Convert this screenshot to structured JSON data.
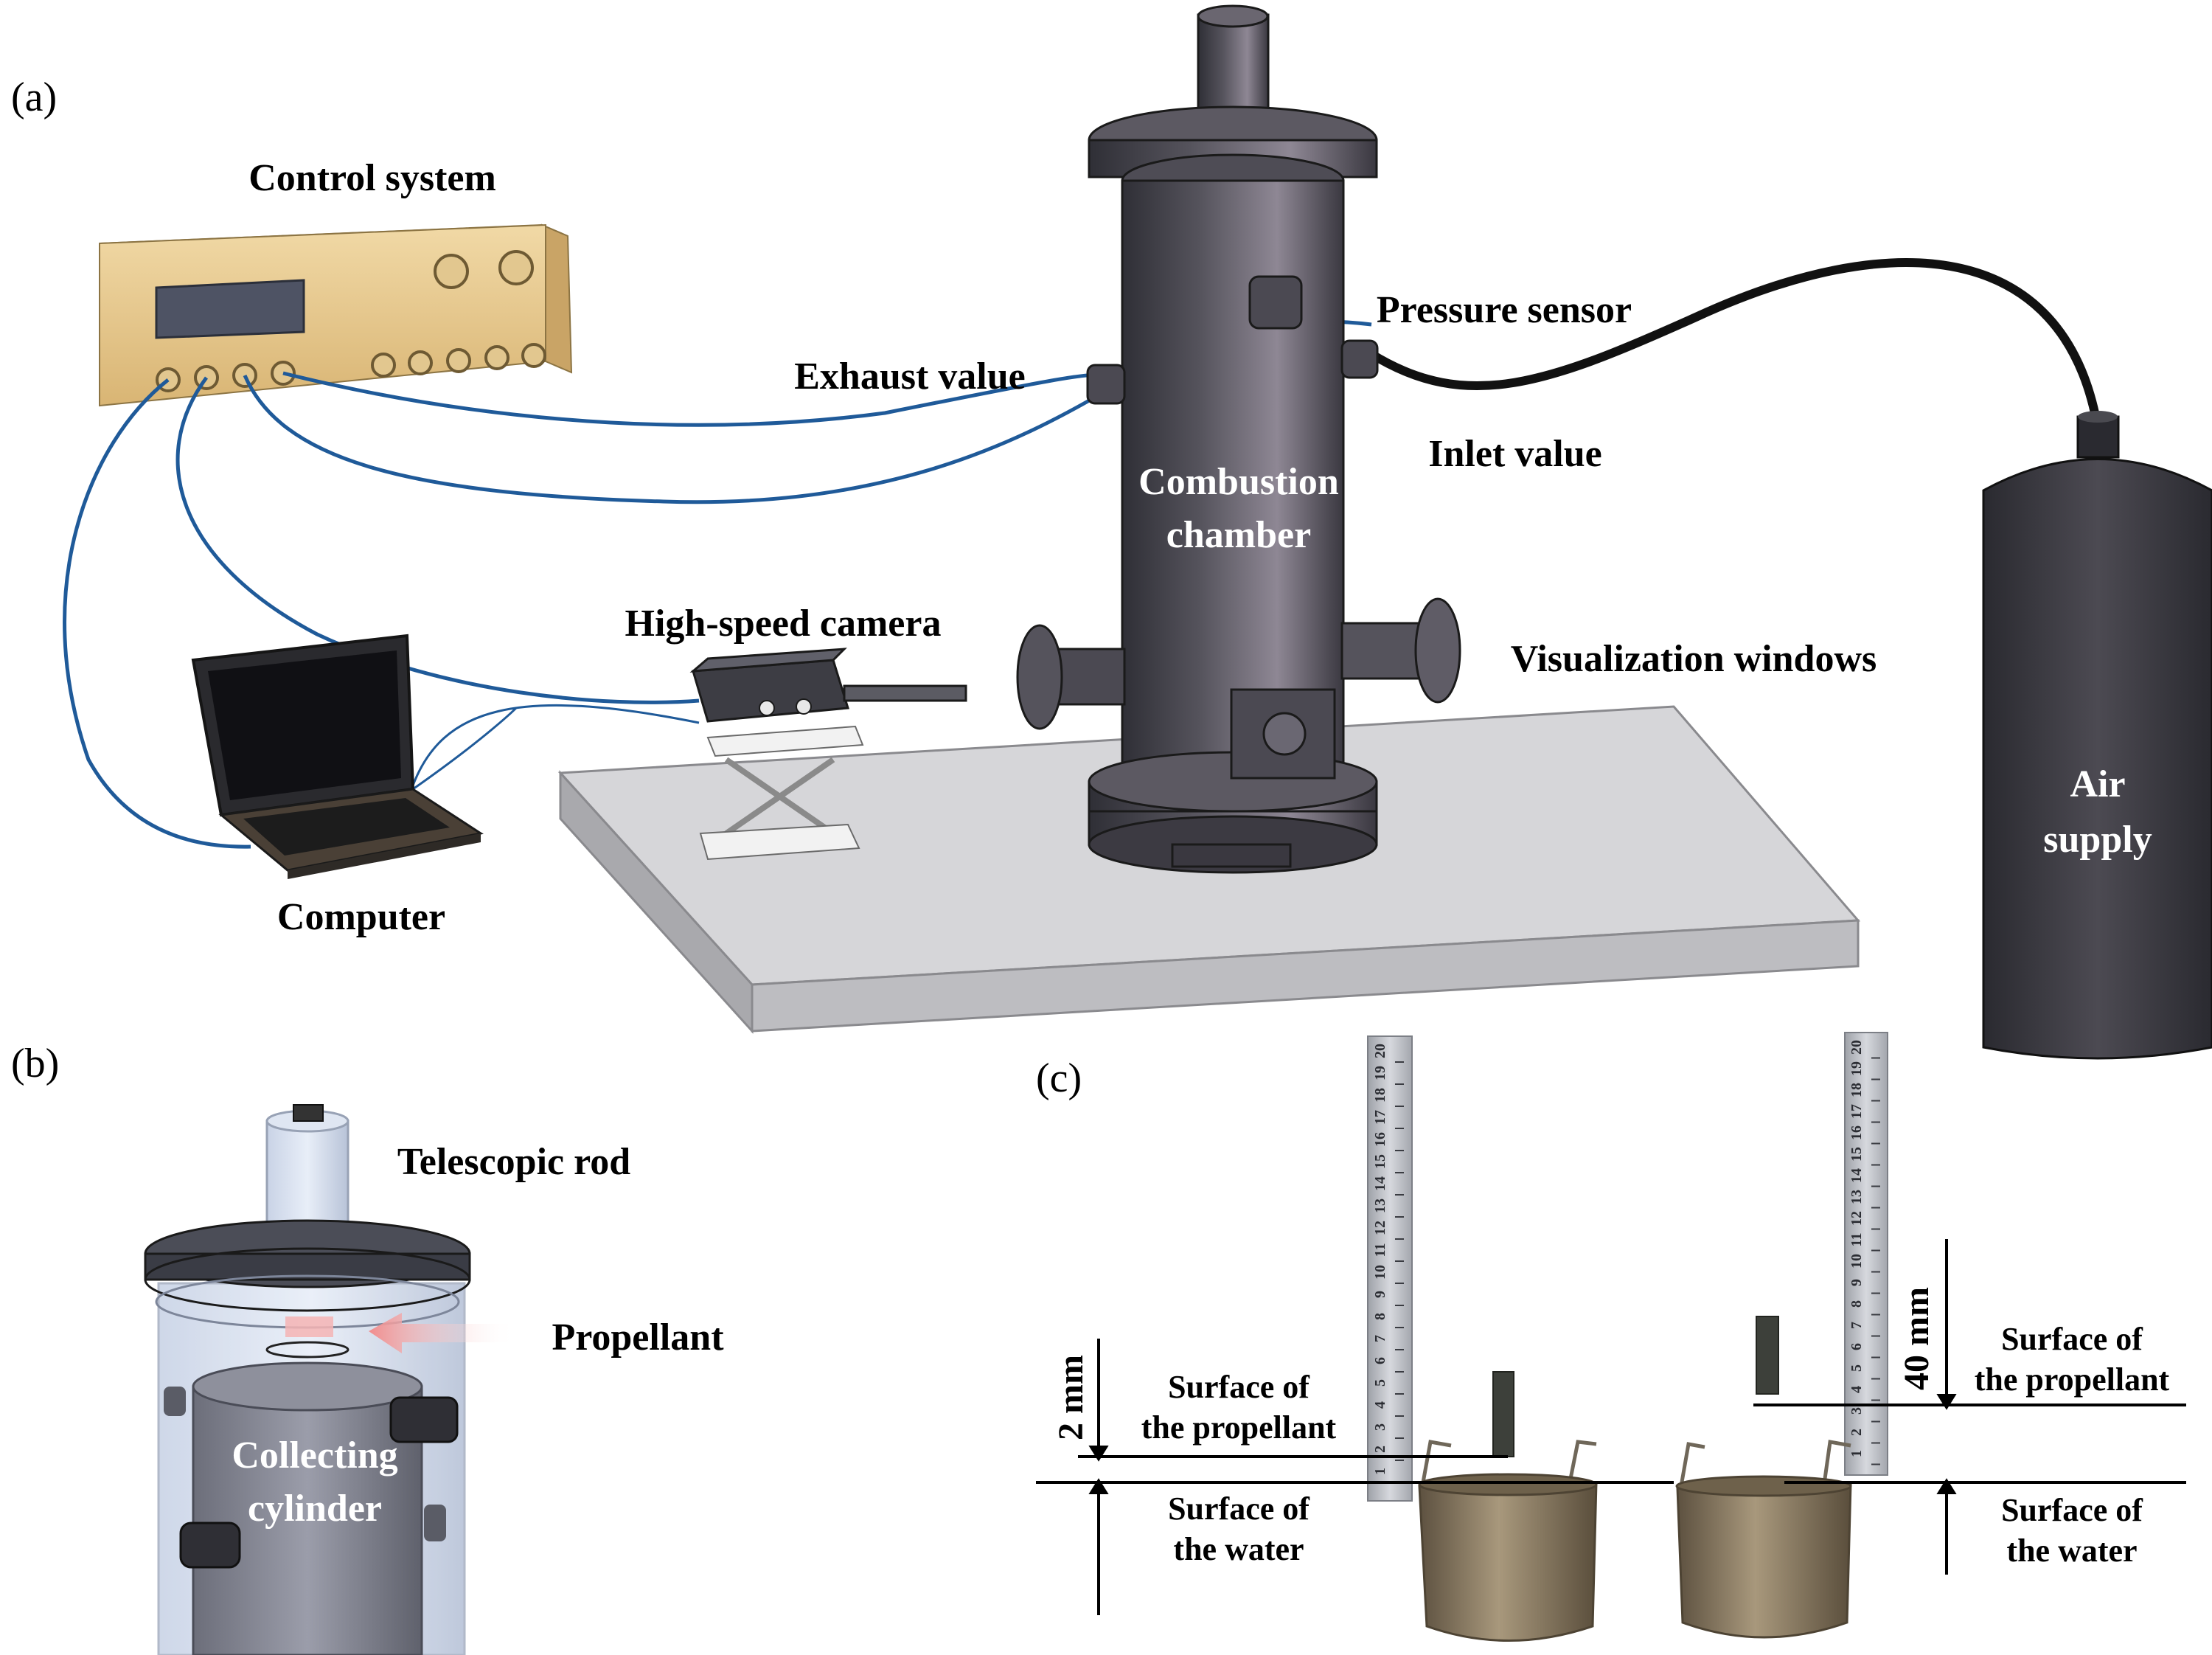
{
  "panel_a": {
    "letter": "(a)",
    "labels": {
      "control_system": "Control system",
      "pressure_sensor": "Pressure sensor",
      "exhaust_value": "Exhaust value",
      "inlet_value": "Inlet value",
      "combustion_chamber_line1": "Combustion",
      "combustion_chamber_line2": "chamber",
      "high_speed_camera": "High-speed camera",
      "visualization_windows": "Visualization windows",
      "computer": "Computer",
      "air_supply_line1": "Air",
      "air_supply_line2": "supply"
    }
  },
  "panel_b": {
    "letter": "(b)",
    "labels": {
      "telescopic_rod": "Telescopic rod",
      "propellant": "Propellant",
      "collecting_cylinder_line1": "Collecting",
      "collecting_cylinder_line2": "cylinder"
    }
  },
  "panel_c": {
    "letter": "(c)",
    "left": {
      "distance": "2 mm",
      "surface_propellant_line1": "Surface of",
      "surface_propellant_line2": "the propellant",
      "surface_water_line1": "Surface of",
      "surface_water_line2": "the water"
    },
    "right": {
      "distance": "40 mm",
      "surface_propellant_line1": "Surface of",
      "surface_propellant_line2": "the propellant",
      "surface_water_line1": "Surface of",
      "surface_water_line2": "the water"
    },
    "ruler_numbers": [
      "20",
      "19",
      "18",
      "17",
      "16",
      "15",
      "14",
      "13",
      "12",
      "11",
      "10",
      "9",
      "8",
      "7",
      "6",
      "5",
      "4",
      "3",
      "2",
      "1"
    ]
  },
  "colors": {
    "chamber_dark": "#3c3c44",
    "chamber_light": "#8a8590",
    "control_box": "#e8c98e",
    "cable_blue": "#1f5a99",
    "hose_black": "#111111",
    "table": "#cfcfd2",
    "propellant_arrow": "#f2a0a0",
    "ruler": "#b7b9bf",
    "container": "#8b7a60"
  }
}
